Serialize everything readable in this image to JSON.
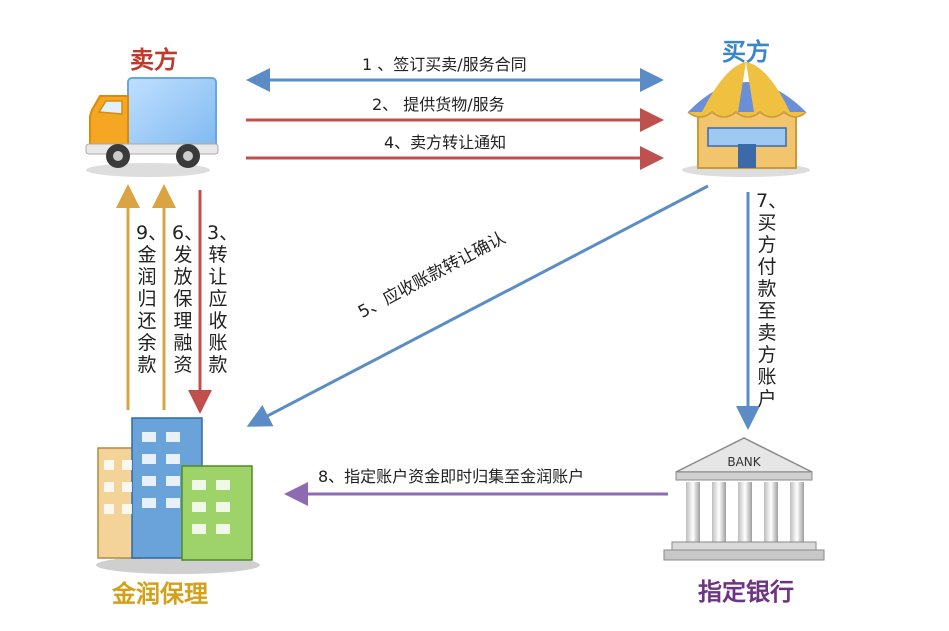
{
  "nodes": {
    "seller": {
      "label": "卖方",
      "color": "#c0392b"
    },
    "buyer": {
      "label": "买方",
      "color": "#3a86c9"
    },
    "factor": {
      "label": "金润保理",
      "color": "#d4a017"
    },
    "bank": {
      "label": "指定银行",
      "color": "#6c3483",
      "sign": "BANK"
    }
  },
  "arrows": {
    "a1": "1 、签订买卖/服务合同",
    "a2": "2、 提供货物/服务",
    "a3": "3、转让应收账款",
    "a4": "4、卖方转让通知",
    "a5": "5、应收账款转让确认",
    "a6": "6、发放保理融资",
    "a7": "7、买方付款至卖方账户",
    "a8": "8、指定账户资金即时归集至金润账户",
    "a9": "9、金润归还余款"
  },
  "colors": {
    "blue": "#5b8cc5",
    "red": "#c0504d",
    "orange": "#d9a441",
    "purple": "#8e6bb0"
  }
}
